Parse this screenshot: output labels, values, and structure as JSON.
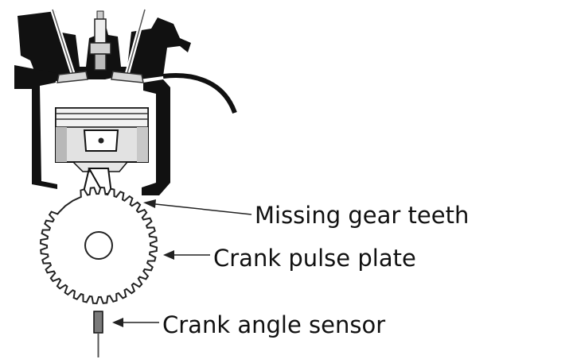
{
  "labels": {
    "missing_teeth": "Missing gear teeth",
    "pulse_plate": "Crank pulse plate",
    "angle_sensor": "Crank angle sensor"
  },
  "colors": {
    "ink": "#111111",
    "piston_fill": "#e2e2e2",
    "piston_shade": "#b8b8b8",
    "background": "#ffffff"
  }
}
